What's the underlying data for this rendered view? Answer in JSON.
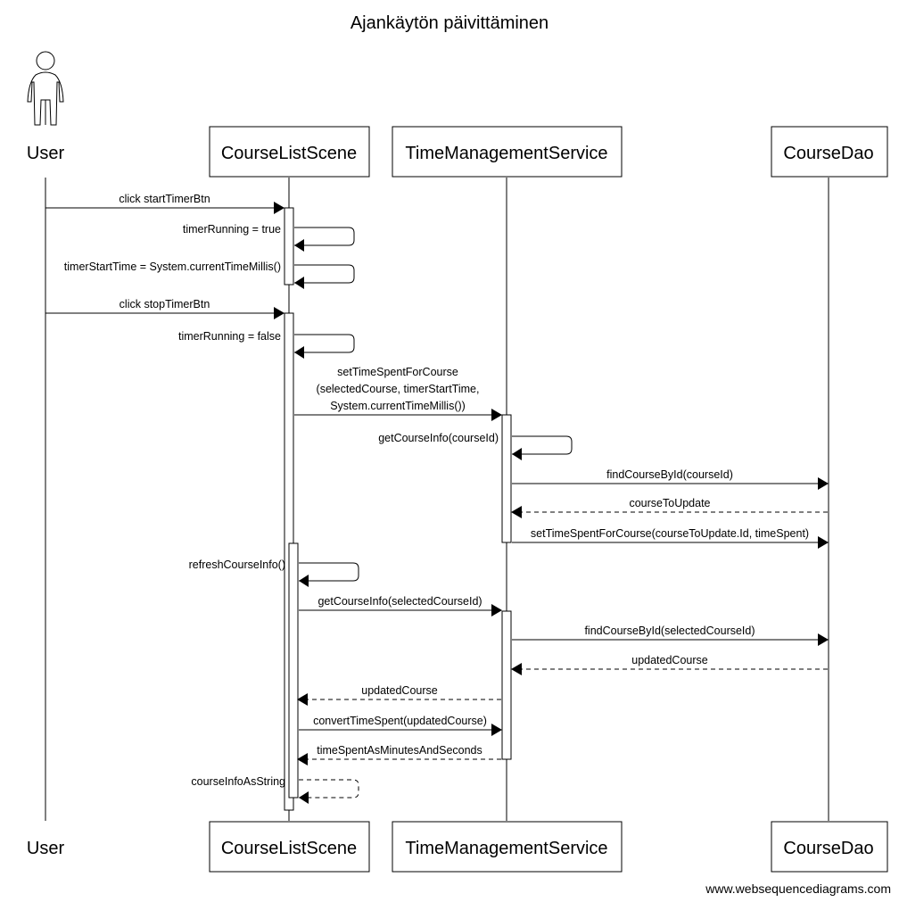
{
  "title": "Ajankäytön päivittäminen",
  "footer": "www.websequencediagrams.com",
  "participants": [
    {
      "id": "user",
      "name": "User",
      "kind": "actor"
    },
    {
      "id": "scene",
      "name": "CourseListScene",
      "kind": "box"
    },
    {
      "id": "service",
      "name": "TimeManagementService",
      "kind": "box"
    },
    {
      "id": "dao",
      "name": "CourseDao",
      "kind": "box"
    }
  ],
  "messages": [
    {
      "from": "user",
      "to": "scene",
      "label": [
        "click startTimerBtn"
      ],
      "type": "sync"
    },
    {
      "from": "scene",
      "to": "scene",
      "label": [
        "timerRunning = true"
      ],
      "type": "self"
    },
    {
      "from": "scene",
      "to": "scene",
      "label": [
        "timerStartTime = System.currentTimeMillis()"
      ],
      "type": "self"
    },
    {
      "from": "user",
      "to": "scene",
      "label": [
        "click stopTimerBtn"
      ],
      "type": "sync"
    },
    {
      "from": "scene",
      "to": "scene",
      "label": [
        "timerRunning = false"
      ],
      "type": "self"
    },
    {
      "from": "scene",
      "to": "service",
      "label": [
        "setTimeSpentForCourse",
        "(selectedCourse, timerStartTime,",
        "System.currentTimeMillis())"
      ],
      "type": "sync"
    },
    {
      "from": "service",
      "to": "service",
      "label": [
        "getCourseInfo(courseId)"
      ],
      "type": "self"
    },
    {
      "from": "service",
      "to": "dao",
      "label": [
        "findCourseById(courseId)"
      ],
      "type": "sync"
    },
    {
      "from": "dao",
      "to": "service",
      "label": [
        "courseToUpdate"
      ],
      "type": "return"
    },
    {
      "from": "service",
      "to": "dao",
      "label": [
        "setTimeSpentForCourse(courseToUpdate.Id, timeSpent)"
      ],
      "type": "sync"
    },
    {
      "from": "scene",
      "to": "scene",
      "label": [
        "refreshCourseInfo()"
      ],
      "type": "self"
    },
    {
      "from": "scene",
      "to": "service",
      "label": [
        "getCourseInfo(selectedCourseId)"
      ],
      "type": "sync"
    },
    {
      "from": "service",
      "to": "dao",
      "label": [
        "findCourseById(selectedCourseId)"
      ],
      "type": "sync"
    },
    {
      "from": "dao",
      "to": "service",
      "label": [
        "updatedCourse"
      ],
      "type": "return"
    },
    {
      "from": "service",
      "to": "scene",
      "label": [
        "updatedCourse"
      ],
      "type": "return"
    },
    {
      "from": "scene",
      "to": "service",
      "label": [
        "convertTimeSpent(updatedCourse)"
      ],
      "type": "sync"
    },
    {
      "from": "service",
      "to": "scene",
      "label": [
        "timeSpentAsMinutesAndSeconds"
      ],
      "type": "return"
    },
    {
      "from": "scene",
      "to": "scene",
      "label": [
        "courseInfoAsString"
      ],
      "type": "self-return"
    }
  ]
}
